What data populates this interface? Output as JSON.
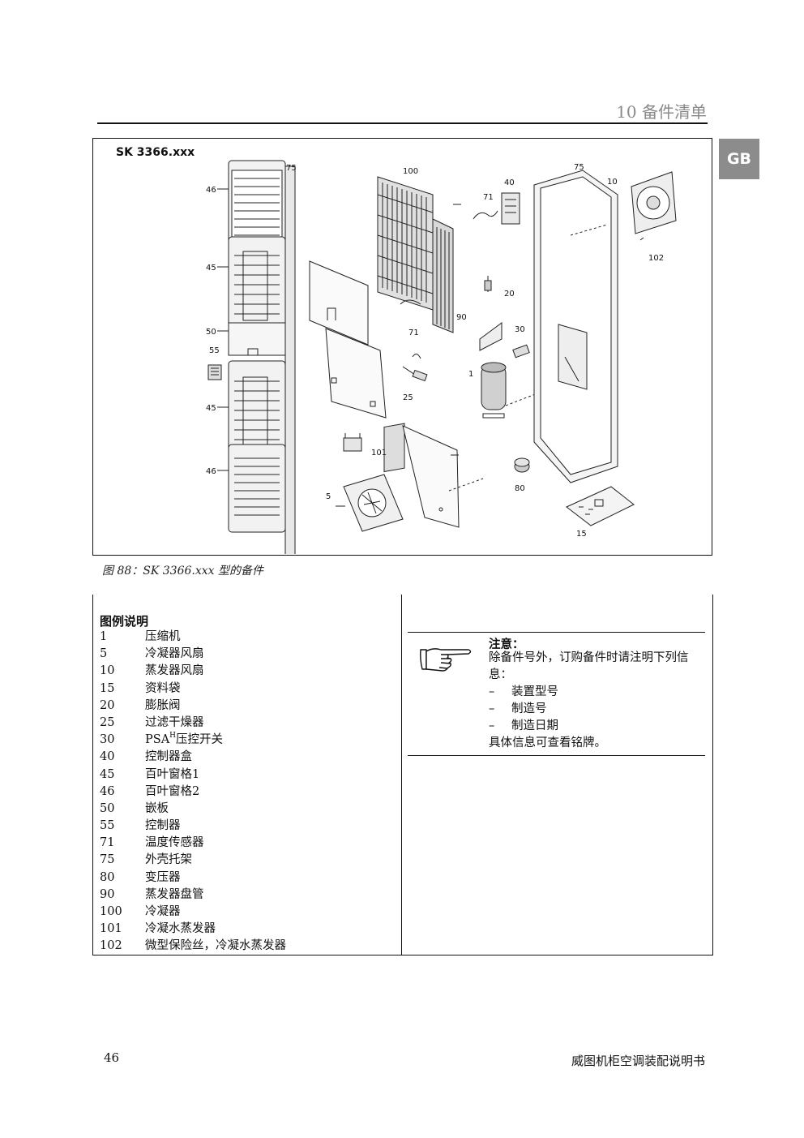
{
  "header": {
    "chapter_title": "10 备件清单",
    "lang_tab": "GB"
  },
  "figure": {
    "model_label": "SK 3366.xxx",
    "caption": "图 88：SK 3366.xxx 型的备件",
    "callouts": {
      "c75a": "75",
      "c46a": "46",
      "c45a": "45",
      "c50": "50",
      "c55": "55",
      "c45b": "45",
      "c46b": "46",
      "c100": "100",
      "c71a": "71",
      "c40": "40",
      "c75b": "75",
      "c10": "10",
      "c102": "102",
      "c20": "20",
      "c90": "90",
      "c71b": "71",
      "c30": "30",
      "c1": "1",
      "c25": "25",
      "c101": "101",
      "c5": "5",
      "c80": "80",
      "c15": "15"
    }
  },
  "legend": {
    "title": "图例说明",
    "items": [
      {
        "num": "1",
        "text": "压缩机"
      },
      {
        "num": "5",
        "text": "冷凝器风扇"
      },
      {
        "num": "10",
        "text": "蒸发器风扇"
      },
      {
        "num": "15",
        "text": "资料袋"
      },
      {
        "num": "20",
        "text": "膨胀阀"
      },
      {
        "num": "25",
        "text": "过滤干燥器"
      },
      {
        "num": "30",
        "text": "PSA",
        "sup": "H",
        "suffix": "压控开关"
      },
      {
        "num": "40",
        "text": "控制器盒"
      },
      {
        "num": "45",
        "text": "百叶窗格1"
      },
      {
        "num": "46",
        "text": "百叶窗格2"
      },
      {
        "num": "50",
        "text": "嵌板"
      },
      {
        "num": "55",
        "text": "控制器"
      },
      {
        "num": "71",
        "text": "温度传感器"
      },
      {
        "num": "75",
        "text": "外壳托架"
      },
      {
        "num": "80",
        "text": "变压器"
      },
      {
        "num": "90",
        "text": "蒸发器盘管"
      },
      {
        "num": "100",
        "text": "冷凝器"
      },
      {
        "num": "101",
        "text": "冷凝水蒸发器"
      },
      {
        "num": "102",
        "text": "微型保险丝，冷凝水蒸发器"
      }
    ]
  },
  "note": {
    "icon": "pointing-hand-icon",
    "title": "注意：",
    "intro": "除备件号外，订购备件时请注明下列信息：",
    "items": [
      "装置型号",
      "制造号",
      "制造日期"
    ],
    "outro": "具体信息可查看铭牌。",
    "dash": "–"
  },
  "footer": {
    "page_number": "46",
    "doc_title": "威图机柜空调装配说明书"
  }
}
